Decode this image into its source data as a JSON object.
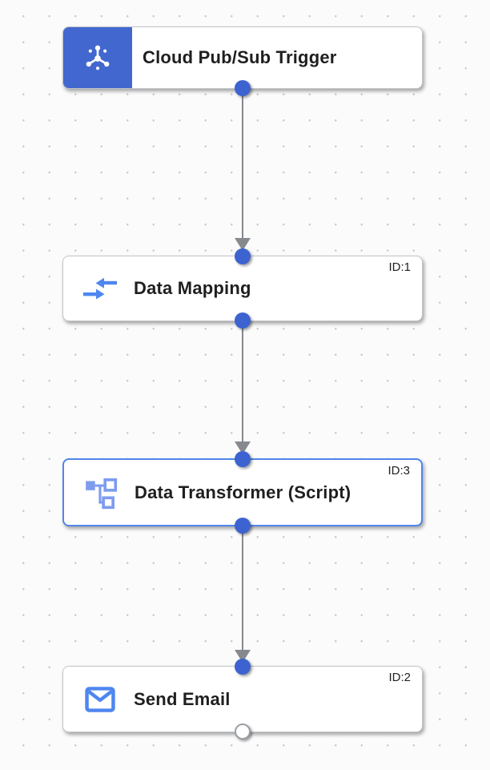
{
  "app": {
    "name": "Integration workflow canvas"
  },
  "colors": {
    "canvas_bg": "#fbfbfb",
    "grid_dot": "#c9ccd0",
    "port_blue": "#3c63d0",
    "trigger_block_blue": "#4268cf",
    "selected_border_blue": "#4f86ec",
    "icon_blue": "#4e86f0",
    "icon_blue_light": "#7d9cf0",
    "connector_gray": "#868a8e",
    "card_border": "#c2c5c9",
    "title_color": "#1f1f1f"
  },
  "nodes": [
    {
      "title": "Cloud Pub/Sub Trigger",
      "type": "trigger",
      "icon": "cloud-pubsub-icon",
      "selected": false
    },
    {
      "title": "Data Mapping",
      "id_label": "ID:1",
      "type": "task",
      "icon": "data-mapping-icon",
      "selected": false
    },
    {
      "title": "Data Transformer (Script)",
      "id_label": "ID:3",
      "type": "task",
      "icon": "data-transformer-icon",
      "selected": true
    },
    {
      "title": "Send Email",
      "id_label": "ID:2",
      "type": "task",
      "icon": "email-icon",
      "selected": false
    }
  ],
  "connectors": [
    {
      "from": "Cloud Pub/Sub Trigger",
      "to": "Data Mapping",
      "arrow": "down"
    },
    {
      "from": "Data Mapping",
      "to": "Data Transformer (Script)",
      "arrow": "down"
    },
    {
      "from": "Data Transformer (Script)",
      "to": "Send Email",
      "arrow": "down"
    }
  ]
}
